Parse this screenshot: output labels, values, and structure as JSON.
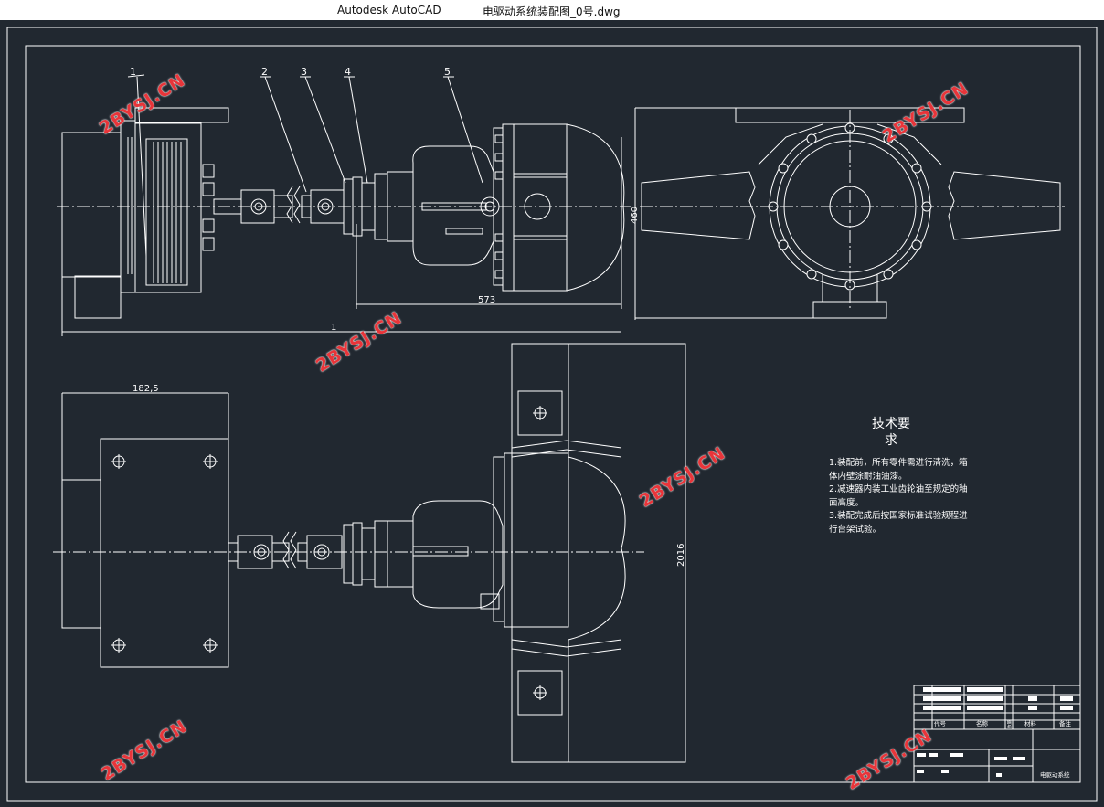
{
  "window": {
    "app_name": "Autodesk AutoCAD",
    "file_name": "电驱动系统装配图_0号.dwg"
  },
  "drawing": {
    "part_numbers": [
      "1",
      "2",
      "3",
      "4",
      "5"
    ],
    "dimensions": {
      "d573": "573",
      "d460": "460",
      "d1_partial": "1",
      "d182_5": "182,5",
      "d2016": "2016"
    }
  },
  "tech_requirements": {
    "title_line1": "技术要",
    "title_line2": "求",
    "line1": "1.装配前，所有零件需进行清洗，箱",
    "line2": "体内壁涂耐油油漆。",
    "line3": "2.减速器内装工业齿轮油至规定的釉",
    "line4": "面高度。",
    "line5": "3.装配完成后按国家标准试验规程进",
    "line6": "行台架试验。"
  },
  "title_block": {
    "col_code": "代号",
    "col_name": "名称",
    "col_qty": "数量",
    "col_material": "材料",
    "col_remark": "备注",
    "drawing_name": "电驱动系统"
  },
  "watermarks": [
    "2BYSJ.CN",
    "2BYSJ.CN",
    "2BYSJ.CN",
    "2BYSJ.CN",
    "2BYSJ.CN",
    "2BYSJ.CN"
  ],
  "colors": {
    "background": "#212830",
    "line": "#ffffff",
    "watermark": "#e8353a"
  }
}
